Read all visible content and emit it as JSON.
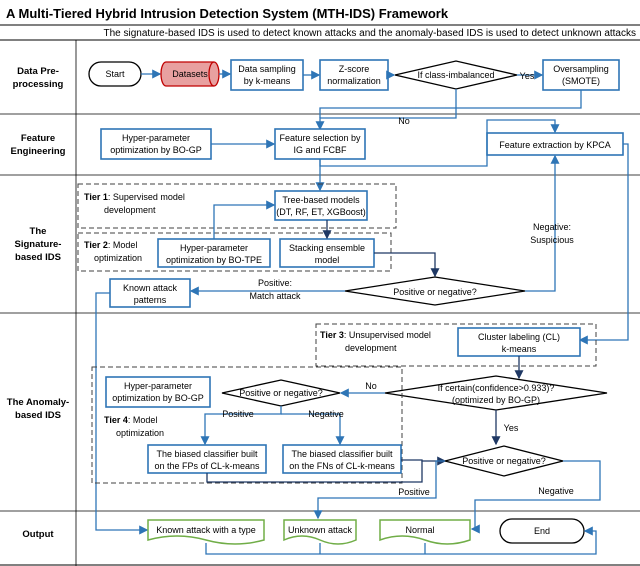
{
  "title": "A Multi-Tiered Hybrid Intrusion Detection System (MTH-IDS) Framework",
  "subtitle": "The signature-based IDS is used to detect known attacks and the anomaly-based IDS is used to detect unknown attacks",
  "rows": {
    "data_pre": [
      "Data Pre-",
      "processing"
    ],
    "feature": [
      "Feature",
      "Engineering"
    ],
    "signature": [
      "The",
      "Signature-",
      "based IDS"
    ],
    "anomaly": [
      "The Anomaly-",
      "based IDS"
    ],
    "output": "Output"
  },
  "nodes": {
    "start": "Start",
    "datasets": "Datasets",
    "sampling": [
      "Data sampling",
      "by k-means"
    ],
    "zscore": [
      "Z-score",
      "normalization"
    ],
    "imbalanced": "If class-imbalanced",
    "smote": [
      "Oversampling",
      "(SMOTE)"
    ],
    "hpo_bogp_fe": [
      "Hyper-parameter",
      "optimization by BO-GP"
    ],
    "feature_sel": [
      "Feature selection by",
      "IG and FCBF"
    ],
    "kpca": "Feature extraction by KPCA",
    "tree_models": [
      "Tree-based models",
      "(DT, RF, ET, XGBoost)"
    ],
    "hpo_botpe": [
      "Hyper-parameter",
      "optimization by BO-TPE"
    ],
    "stacking": [
      "Stacking ensemble",
      "model"
    ],
    "pos_neg_sig": "Positive or negative?",
    "known_patterns": [
      "Known attack",
      "patterns"
    ],
    "cluster": [
      "Cluster labeling (CL)",
      "k-means"
    ],
    "hpo_bogp_an": [
      "Hyper-parameter",
      "optimization by BO-GP"
    ],
    "pos_neg_t4": "Positive or negative?",
    "certain": [
      "If certain(confidence>0.933)?",
      "(optimized by BO-GP)"
    ],
    "biased_fp": [
      "The biased classifier built",
      "on the FPs of CL-k-means"
    ],
    "biased_fn": [
      "The biased classifier built",
      "on the FNs of CL-k-means"
    ],
    "pos_neg_an": "Positive or negative?",
    "known_type": "Known attack with  a type",
    "unknown": "Unknown attack",
    "normal": "Normal",
    "end": "End"
  },
  "tiers": {
    "t1_bold": "Tier 1",
    "t1_text": ": Supervised model",
    "t1_text2": "development",
    "t2_bold": "Tier 2",
    "t2_text": ": Model",
    "t2_text2": "optimization",
    "t3_bold": "Tier 3",
    "t3_text": ": Unsupervised model",
    "t3_text2": "development",
    "t4_bold": "Tier 4",
    "t4_text": ": Model",
    "t4_text2": "optimization"
  },
  "edges": {
    "yes1": "Yes",
    "no1": "No",
    "negative_suspicious": [
      "Negative:",
      "Suspicious"
    ],
    "positive_match": [
      "Positive:",
      "Match attack"
    ],
    "no2": "No",
    "positive_t4": "Positive",
    "negative_t4": "Negative",
    "yes2": "Yes",
    "positive_out": "Positive",
    "negative_out": "Negative"
  },
  "colors": {
    "box_border": "#2e75b6",
    "datasets_fill": "#e8a0a0",
    "datasets_border": "#c00000",
    "output_border": "#70ad47",
    "arrow": "#2e75b6"
  }
}
